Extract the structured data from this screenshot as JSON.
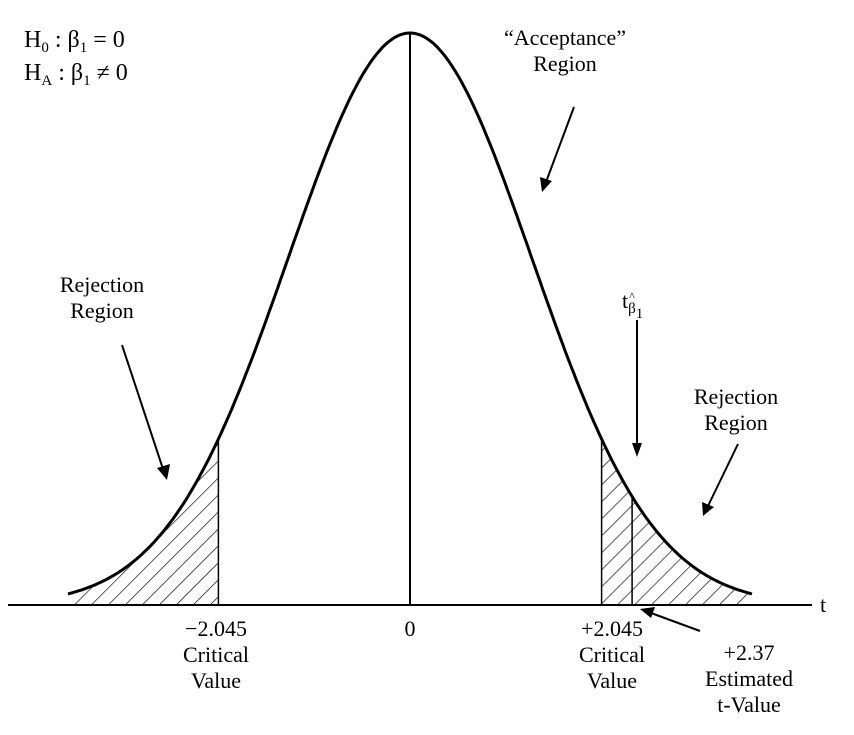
{
  "hypotheses": {
    "null": {
      "lhs": "H",
      "lhs_sub": "0",
      "rel": " : β",
      "rel_sub": "1",
      "rhs": " = 0"
    },
    "alt": {
      "lhs": "H",
      "lhs_sub": "A",
      "rel": " : β",
      "rel_sub": "1",
      "rhs": " ≠ 0"
    }
  },
  "acceptance": {
    "line1": "“Acceptance”",
    "line2": "Region"
  },
  "rejection_left": {
    "line1": "Rejection",
    "line2": "Region"
  },
  "rejection_right": {
    "line1": "Rejection",
    "line2": "Region"
  },
  "t_beta": {
    "base": "t",
    "sub_base": "β",
    "sub_sub": "1"
  },
  "axis": {
    "label": "t"
  },
  "ticks": {
    "neg_crit": {
      "value": "−2.045",
      "line1": "Critical",
      "line2": "Value"
    },
    "zero": {
      "value": "0"
    },
    "pos_crit": {
      "value": "+2.045",
      "line1": "Critical",
      "line2": "Value"
    },
    "estimate": {
      "value": "+2.37",
      "line1": "Estimated",
      "line2": "t-Value"
    }
  },
  "chart_data": {
    "type": "area",
    "distribution": "t",
    "critical_values": [
      -2.045,
      2.045
    ],
    "estimated_t": 2.37
  }
}
